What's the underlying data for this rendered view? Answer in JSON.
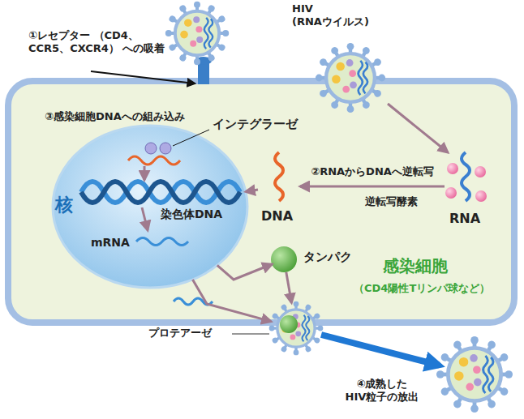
{
  "diagram": {
    "nodes": [
      {
        "text": [
          "HIV (RNAウイルス)"
        ]
      },
      {
        "text": [
          "感染細胞",
          "（CD4陽性Tリンパ球など）"
        ]
      },
      {
        "text": [
          "核"
        ],
        "in": 1
      },
      {
        "text": [
          "DNA"
        ],
        "in": 1
      },
      {
        "text": [
          "RNA"
        ],
        "in": 1
      },
      {
        "text": [
          "タンパク"
        ],
        "in": 1
      },
      {
        "text": [
          "プロテアーゼ"
        ]
      },
      {
        "text": [
          "④成熟した HIV粒子の放出"
        ]
      }
    ],
    "edges": [
      {
        "from": 4,
        "to": 3,
        "arrow": "to",
        "label": "②RNAからDNAへ逆転写"
      },
      {
        "from": 3,
        "to": 2,
        "arrow": "to"
      },
      {
        "from": 2,
        "to": 5,
        "arrow": "to"
      },
      {
        "from": 2,
        "to": 6,
        "arrow": "to"
      },
      {
        "from": 5,
        "to": 6,
        "arrow": "to"
      },
      {
        "from": 6,
        "to": 7,
        "arrow": "to"
      }
    ],
    "labels": [
      "①レセプター （CD4、CCR5、CXCR4） への吸着",
      "③感染細胞DNAへの組み込み",
      "インテグラーゼ",
      "染色体DNA",
      "mRNA",
      "逆転写酵素"
    ]
  }
}
